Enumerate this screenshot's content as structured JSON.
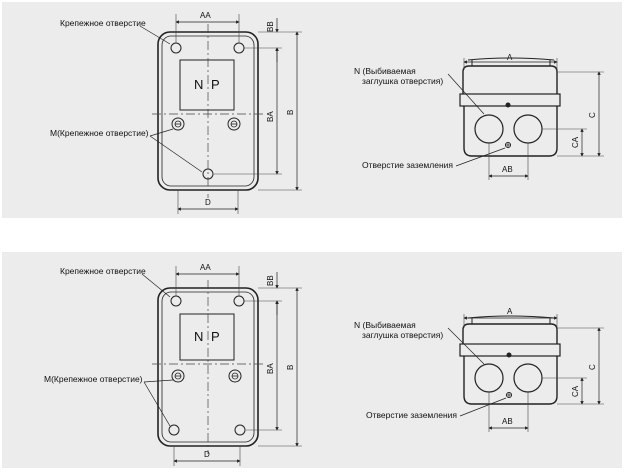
{
  "panels": [
    {
      "front": {
        "label_mount_hole": "Крепежное отверстие",
        "label_m_hole": "M(Крепежное отверстие)",
        "label_n": "N",
        "label_p": "P",
        "dim_aa": "AA",
        "dim_bb": "BB",
        "dim_ba": "BA",
        "dim_b": "B",
        "dim_d": "D"
      },
      "side": {
        "label_knockout_line1": "N (Выбиваемая",
        "label_knockout_line2": "заглушка отверстия)",
        "label_ground": "Отверстие заземления",
        "dim_a": "A",
        "dim_c": "C",
        "dim_ca": "CA",
        "dim_ab": "AB"
      }
    },
    {
      "front": {
        "label_mount_hole": "Крепежное отверстие",
        "label_m_hole": "M(Крепежное отверстие)",
        "label_n": "N",
        "label_p": "P",
        "dim_aa": "AA",
        "dim_bb": "BB",
        "dim_ba": "BA",
        "dim_b": "B",
        "dim_d": "D"
      },
      "side": {
        "label_knockout_line1": "N (Выбиваемая",
        "label_knockout_line2": "заглушка отверстия)",
        "label_ground": "Отверстие заземления",
        "dim_a": "A",
        "dim_c": "C",
        "dim_ca": "CA",
        "dim_ab": "AB"
      }
    }
  ]
}
